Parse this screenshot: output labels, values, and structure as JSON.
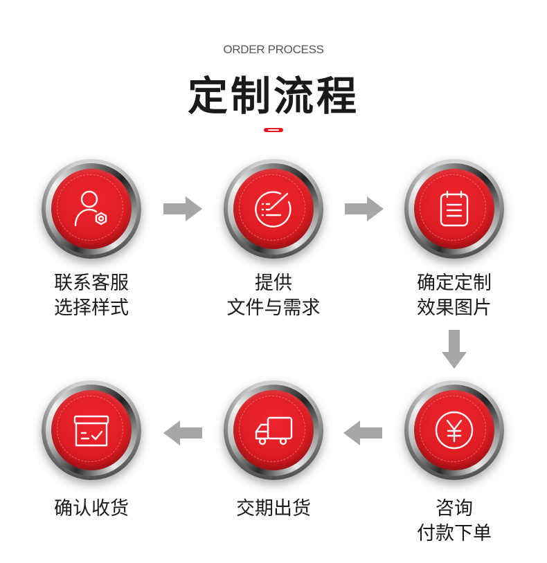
{
  "header": {
    "subtitle": "ORDER PROCESS",
    "title": "定制流程"
  },
  "colors": {
    "accent": "#e3181f",
    "arrow": "#a6a6a6"
  },
  "steps": [
    {
      "icon": "user-settings-icon",
      "line1": "联系客服",
      "line2": "选择样式"
    },
    {
      "icon": "checklist-icon",
      "line1": "提供",
      "line2": "文件与需求"
    },
    {
      "icon": "clipboard-icon",
      "line1": "确定定制",
      "line2": "效果图片"
    },
    {
      "icon": "yen-coin-icon",
      "line1": "咨询",
      "line2": "付款下单"
    },
    {
      "icon": "delivery-truck-icon",
      "line1": "交期出货",
      "line2": ""
    },
    {
      "icon": "receive-box-icon",
      "line1": "确认收货",
      "line2": ""
    }
  ]
}
